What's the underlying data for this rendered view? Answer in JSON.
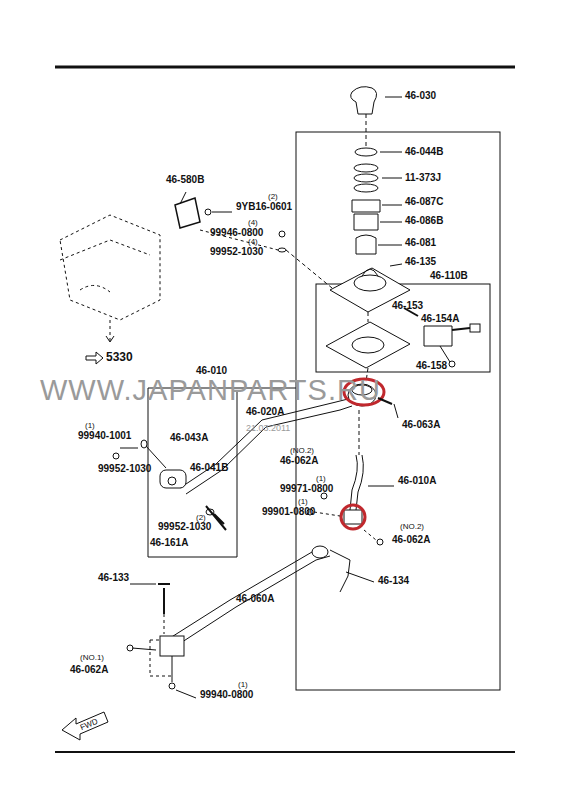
{
  "diagram": {
    "labels": [
      "46-030",
      "46-044B",
      "11-373J",
      "46-087C",
      "46-086B",
      "46-081",
      "46-135",
      "46-110B",
      "46-153",
      "46-154A",
      "46-158",
      "46-580B",
      "(2)",
      "9YB16-0601",
      "(4)",
      "99946-0800",
      "(4)",
      "99952-1030",
      "5330",
      "46-010",
      "46-020A",
      "46-063A",
      "(1)",
      "99940-1001",
      "46-043A",
      "46-041B",
      "99952-1030",
      "(NO.2)",
      "46-062A",
      "(1)",
      "99971-0800",
      "46-010A",
      "(1)",
      "99901-0800",
      "(2)",
      "99952-1030",
      "46-161A",
      "(NO.2)",
      "46-062A",
      "46-133",
      "46-134",
      "46-060A",
      "(NO.1)",
      "46-062A",
      "(1)",
      "99940-0800",
      "WWW.JAPANPARTS.RU",
      "21.03.2011",
      "FWD"
    ]
  }
}
